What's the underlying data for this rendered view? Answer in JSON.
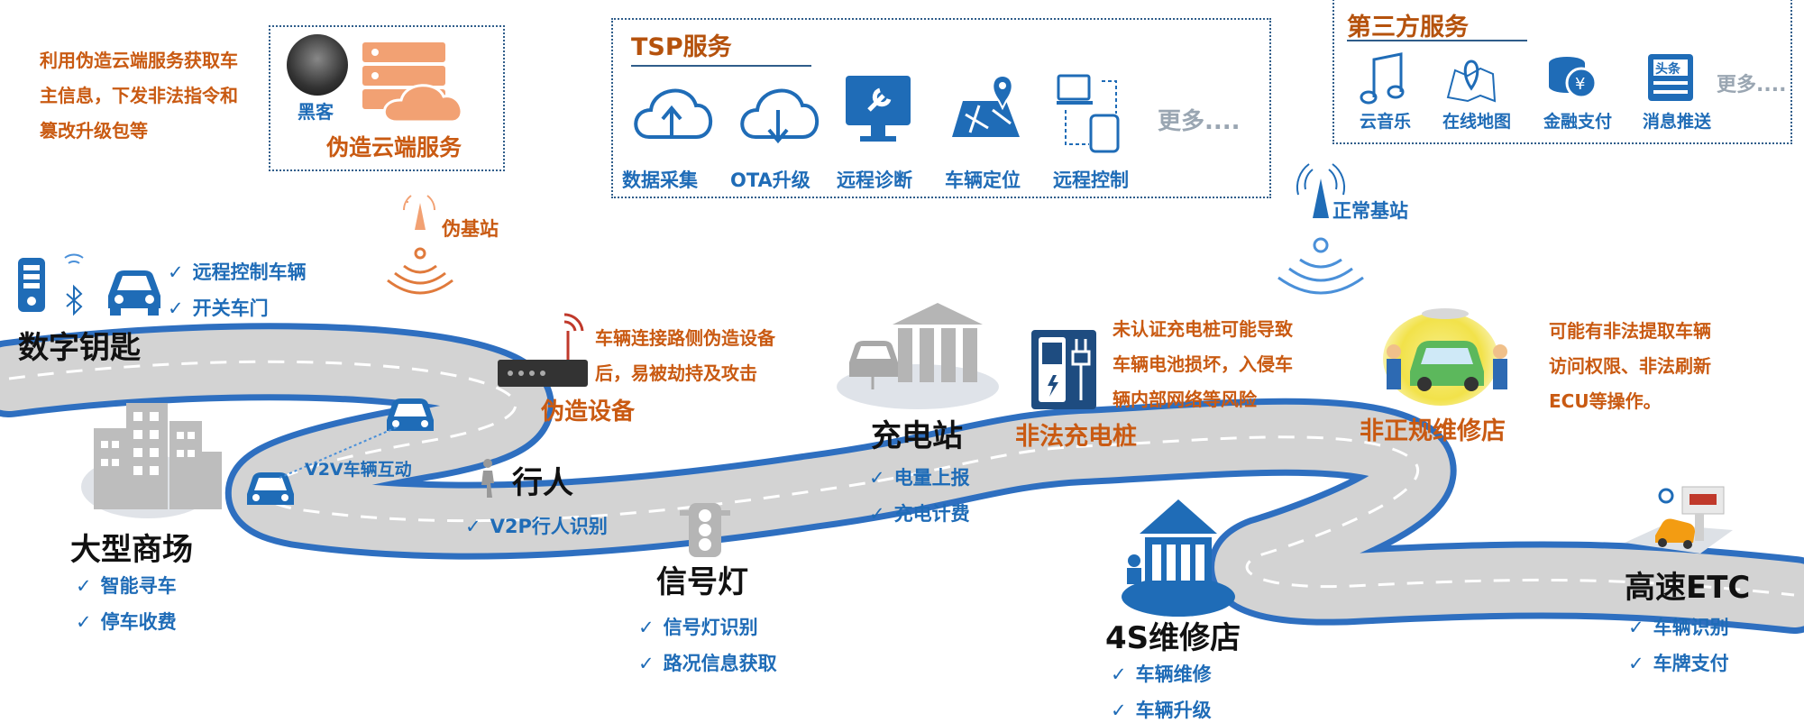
{
  "hacker": {
    "desc_lines": [
      "利用伪造云端服务获取车",
      "主信息，下发非法指令和",
      "篡改升级包等"
    ],
    "hacker_label": "黑客",
    "fake_cloud_label": "伪造云端服务"
  },
  "tsp": {
    "title": "TSP服务",
    "items": [
      "数据采集",
      "OTA升级",
      "远程诊断",
      "车辆定位",
      "远程控制"
    ],
    "more": "更多...."
  },
  "third_party": {
    "title": "第三方服务",
    "items": [
      "云音乐",
      "在线地图",
      "金融支付",
      "消息推送"
    ],
    "more": "更多...."
  },
  "fake_station": "伪基站",
  "normal_station": "正常基站",
  "digital_key": {
    "title": "数字钥匙",
    "checks": [
      "远程控制车辆",
      "开关车门"
    ]
  },
  "fake_device": {
    "desc_lines": [
      "车辆连接路侧伪造设备",
      "后，易被劫持及攻击"
    ],
    "label": "伪造设备"
  },
  "mall": {
    "title": "大型商场",
    "checks": [
      "智能寻车",
      "停车收费"
    ]
  },
  "v2v": "V2V车辆互动",
  "pedestrian": {
    "title": "行人",
    "checks": [
      "V2P行人识别"
    ]
  },
  "traffic_light": {
    "title": "信号灯",
    "checks": [
      "信号灯识别",
      "路况信息获取"
    ]
  },
  "charging": {
    "title": "充电站",
    "checks": [
      "电量上报",
      "充电计费"
    ]
  },
  "illegal_pile": {
    "desc_lines": [
      "未认证充电桩可能导致",
      "车辆电池损坏，入侵车",
      "辆内部网络等风险"
    ],
    "label": "非法充电桩"
  },
  "shop4s": {
    "title": "4S维修店",
    "checks": [
      "车辆维修",
      "车辆升级"
    ]
  },
  "irregular_shop": {
    "desc_lines": [
      "可能有非法提取车辆",
      "访问权限、非法刷新",
      "ECU等操作。"
    ],
    "label": "非正规维修店"
  },
  "etc": {
    "title": "高速ETC",
    "checks": [
      "车辆识别",
      "车牌支付"
    ]
  },
  "colors": {
    "blue": "#1f6cb7",
    "orange": "#c95a12",
    "road_gray": "#d3d3d3",
    "road_edge": "#2e6fc0",
    "building_gray": "#b9b9b9"
  }
}
